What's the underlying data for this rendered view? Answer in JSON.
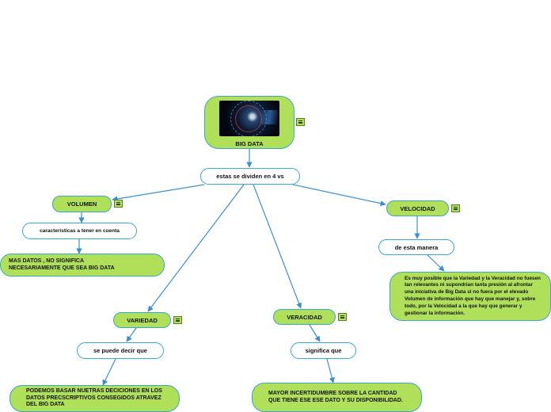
{
  "central": {
    "title": "BIG DATA",
    "image_icon": "big-data-network-image"
  },
  "connector": "estas se dividen en 4 vs",
  "branches": {
    "volumen": {
      "title": "VOLUMEN",
      "connector": "caracteristicas a tener en cuenta",
      "detail": "MAS DATOS , NO SIGNIFICA NECESARIAMENTE QUE SEA BIG DATA"
    },
    "velocidad": {
      "title": "VELOCIDAD",
      "connector": "de esta manera",
      "detail": "Es muy posible que la Variedad y la Veracidad no fuesen tan relevantes ni supondrían tanta presión al afrontar una iniciativa de Big Data si no fuera por el elevado Volumen de información que hay que manejar y, sobre todo, por la Velocidad a la que hay que generar y gestionar la información."
    },
    "variedad": {
      "title": "VARIEDAD",
      "connector": "se puede decir que",
      "detail": "PODEMOS BASAR NUETRAS DECICIONES EN LOS DATOS PRECSCRIPTIVOS CONSEGIDOS ATRAVEZ DEL BIG DATA"
    },
    "veracidad": {
      "title": "VERACIDAD",
      "connector": "significa que",
      "detail": "MAYOR INCERTIDUMBRE  SOBRE LA CANTIDAD QUE TIENE ESE ESE DATO Y SU DISPONIBILIDAD."
    }
  },
  "colors": {
    "node_fill": "#b0e05a",
    "border": "#3aa7c9",
    "link": "#3b8fd0",
    "background": "#ffffff"
  },
  "icons": {
    "note": "note-icon"
  }
}
